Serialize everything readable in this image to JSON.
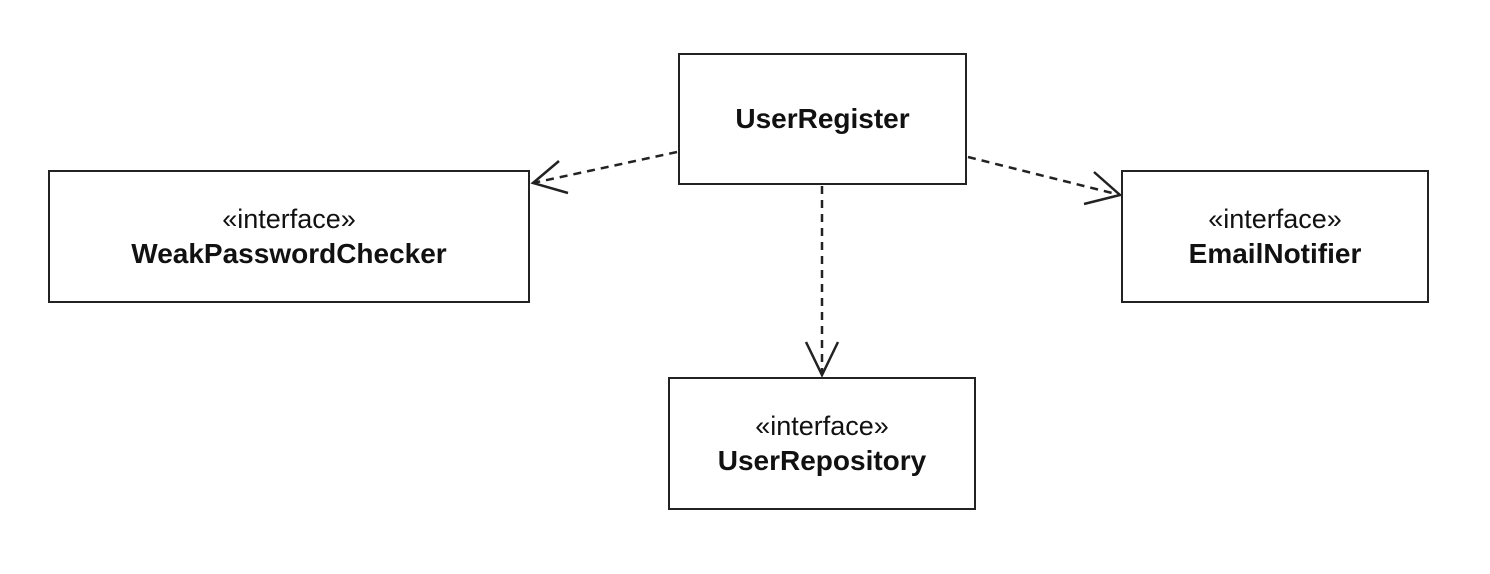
{
  "diagram": {
    "classes": [
      {
        "id": "user-register",
        "stereotype": "",
        "name": "UserRegister"
      },
      {
        "id": "weak-password-checker",
        "stereotype": "«interface»",
        "name": "WeakPasswordChecker"
      },
      {
        "id": "email-notifier",
        "stereotype": "«interface»",
        "name": "EmailNotifier"
      },
      {
        "id": "user-repository",
        "stereotype": "«interface»",
        "name": "UserRepository"
      }
    ],
    "dependencies": [
      {
        "from": "UserRegister",
        "to": "WeakPasswordChecker",
        "style": "dashed",
        "arrowhead": "open"
      },
      {
        "from": "UserRegister",
        "to": "EmailNotifier",
        "style": "dashed",
        "arrowhead": "open"
      },
      {
        "from": "UserRegister",
        "to": "UserRepository",
        "style": "dashed",
        "arrowhead": "open"
      }
    ],
    "line_color": "#222222"
  }
}
